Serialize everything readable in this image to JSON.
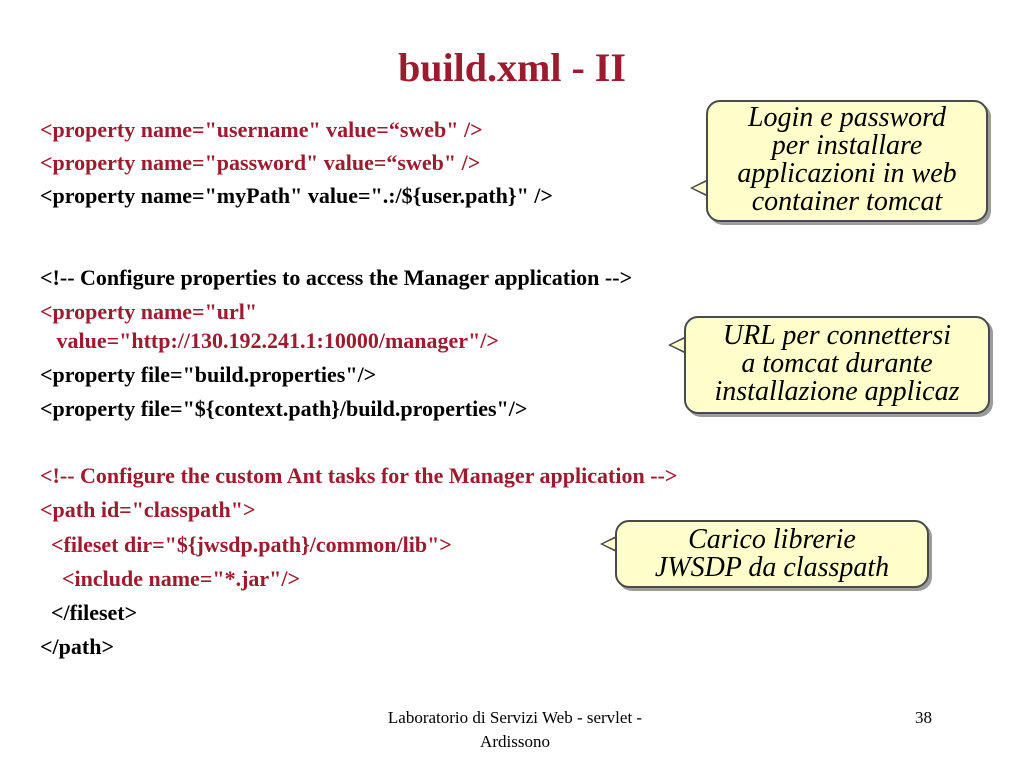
{
  "slide": {
    "title": "build.xml - II"
  },
  "code_lines": [
    "<property name=\"username\" value=“sweb\" />",
    "<property name=\"password\" value=“sweb\" />",
    "<property name=\"myPath\" value=\".:/${user.path}\" />",
    "<!-- Configure properties to access the Manager application -->",
    "<property name=\"url\"",
    "   value=\"http://130.192.241.1:10000/manager\"/>",
    "<property file=\"build.properties\"/>",
    "<property file=\"${context.path}/build.properties\"/>",
    "<!-- Configure the custom Ant tasks for the Manager application -->",
    "<path id=\"classpath\">",
    "  <fileset dir=\"${jwsdp.path}/common/lib\">",
    "    <include name=\"*.jar\"/>",
    "  </fileset>",
    "</path>"
  ],
  "callouts": {
    "login": [
      "Login e password",
      "per installare",
      "applicazioni in web",
      "container tomcat"
    ],
    "url": [
      "URL per connettersi",
      "a tomcat durante",
      "installazione applicaz"
    ],
    "classpath": [
      "Carico librerie",
      "JWSDP da classpath"
    ]
  },
  "footer": {
    "line1": "Laboratorio di Servizi Web - servlet -",
    "line2": "Ardissono",
    "page_number": "38"
  },
  "colors": {
    "title": "#9c1b2e",
    "code_red": "#9c1b2e",
    "code_black": "#000000",
    "callout_fill": "#ffffcc"
  }
}
